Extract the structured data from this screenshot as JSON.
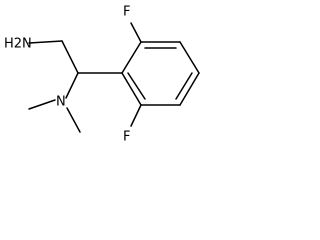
{
  "molecule": {
    "labels": {
      "amine_nh2": "H2N",
      "amine_n": "N",
      "fluorine_top": "F",
      "fluorine_bottom": "F"
    }
  }
}
